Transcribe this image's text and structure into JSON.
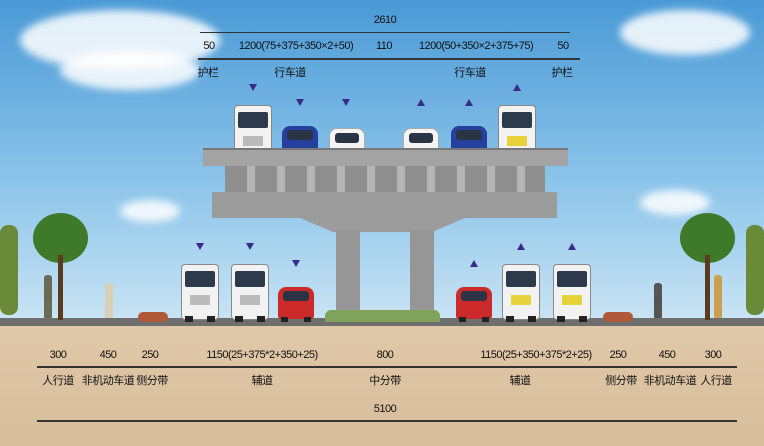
{
  "upper_deck": {
    "total_width": "2610",
    "segments": [
      {
        "value": "50",
        "label": "护栏"
      },
      {
        "value": "1200(75+375+350×2+50)",
        "label": "行车道"
      },
      {
        "value": "110",
        "label": ""
      },
      {
        "value": "1200(50+350×2+375+75)",
        "label": "行车道"
      },
      {
        "value": "50",
        "label": "护栏"
      }
    ]
  },
  "ground_level": {
    "total_width": "5100",
    "segments": [
      {
        "value": "300",
        "label": "人行道"
      },
      {
        "value": "450",
        "label": "非机动车道"
      },
      {
        "value": "250",
        "label": "侧分带"
      },
      {
        "value": "1150(25+375*2+350+25)",
        "label": "辅道"
      },
      {
        "value": "800",
        "label": "中分带"
      },
      {
        "value": "1150(25+350+375*2+25)",
        "label": "辅道"
      },
      {
        "value": "250",
        "label": "侧分带"
      },
      {
        "value": "450",
        "label": "非机动车道"
      },
      {
        "value": "300",
        "label": "人行道"
      }
    ]
  },
  "colors": {
    "bridge": "#9a9a9a",
    "ground": "#dcc3a2",
    "arrow": "#3a2a8a"
  }
}
